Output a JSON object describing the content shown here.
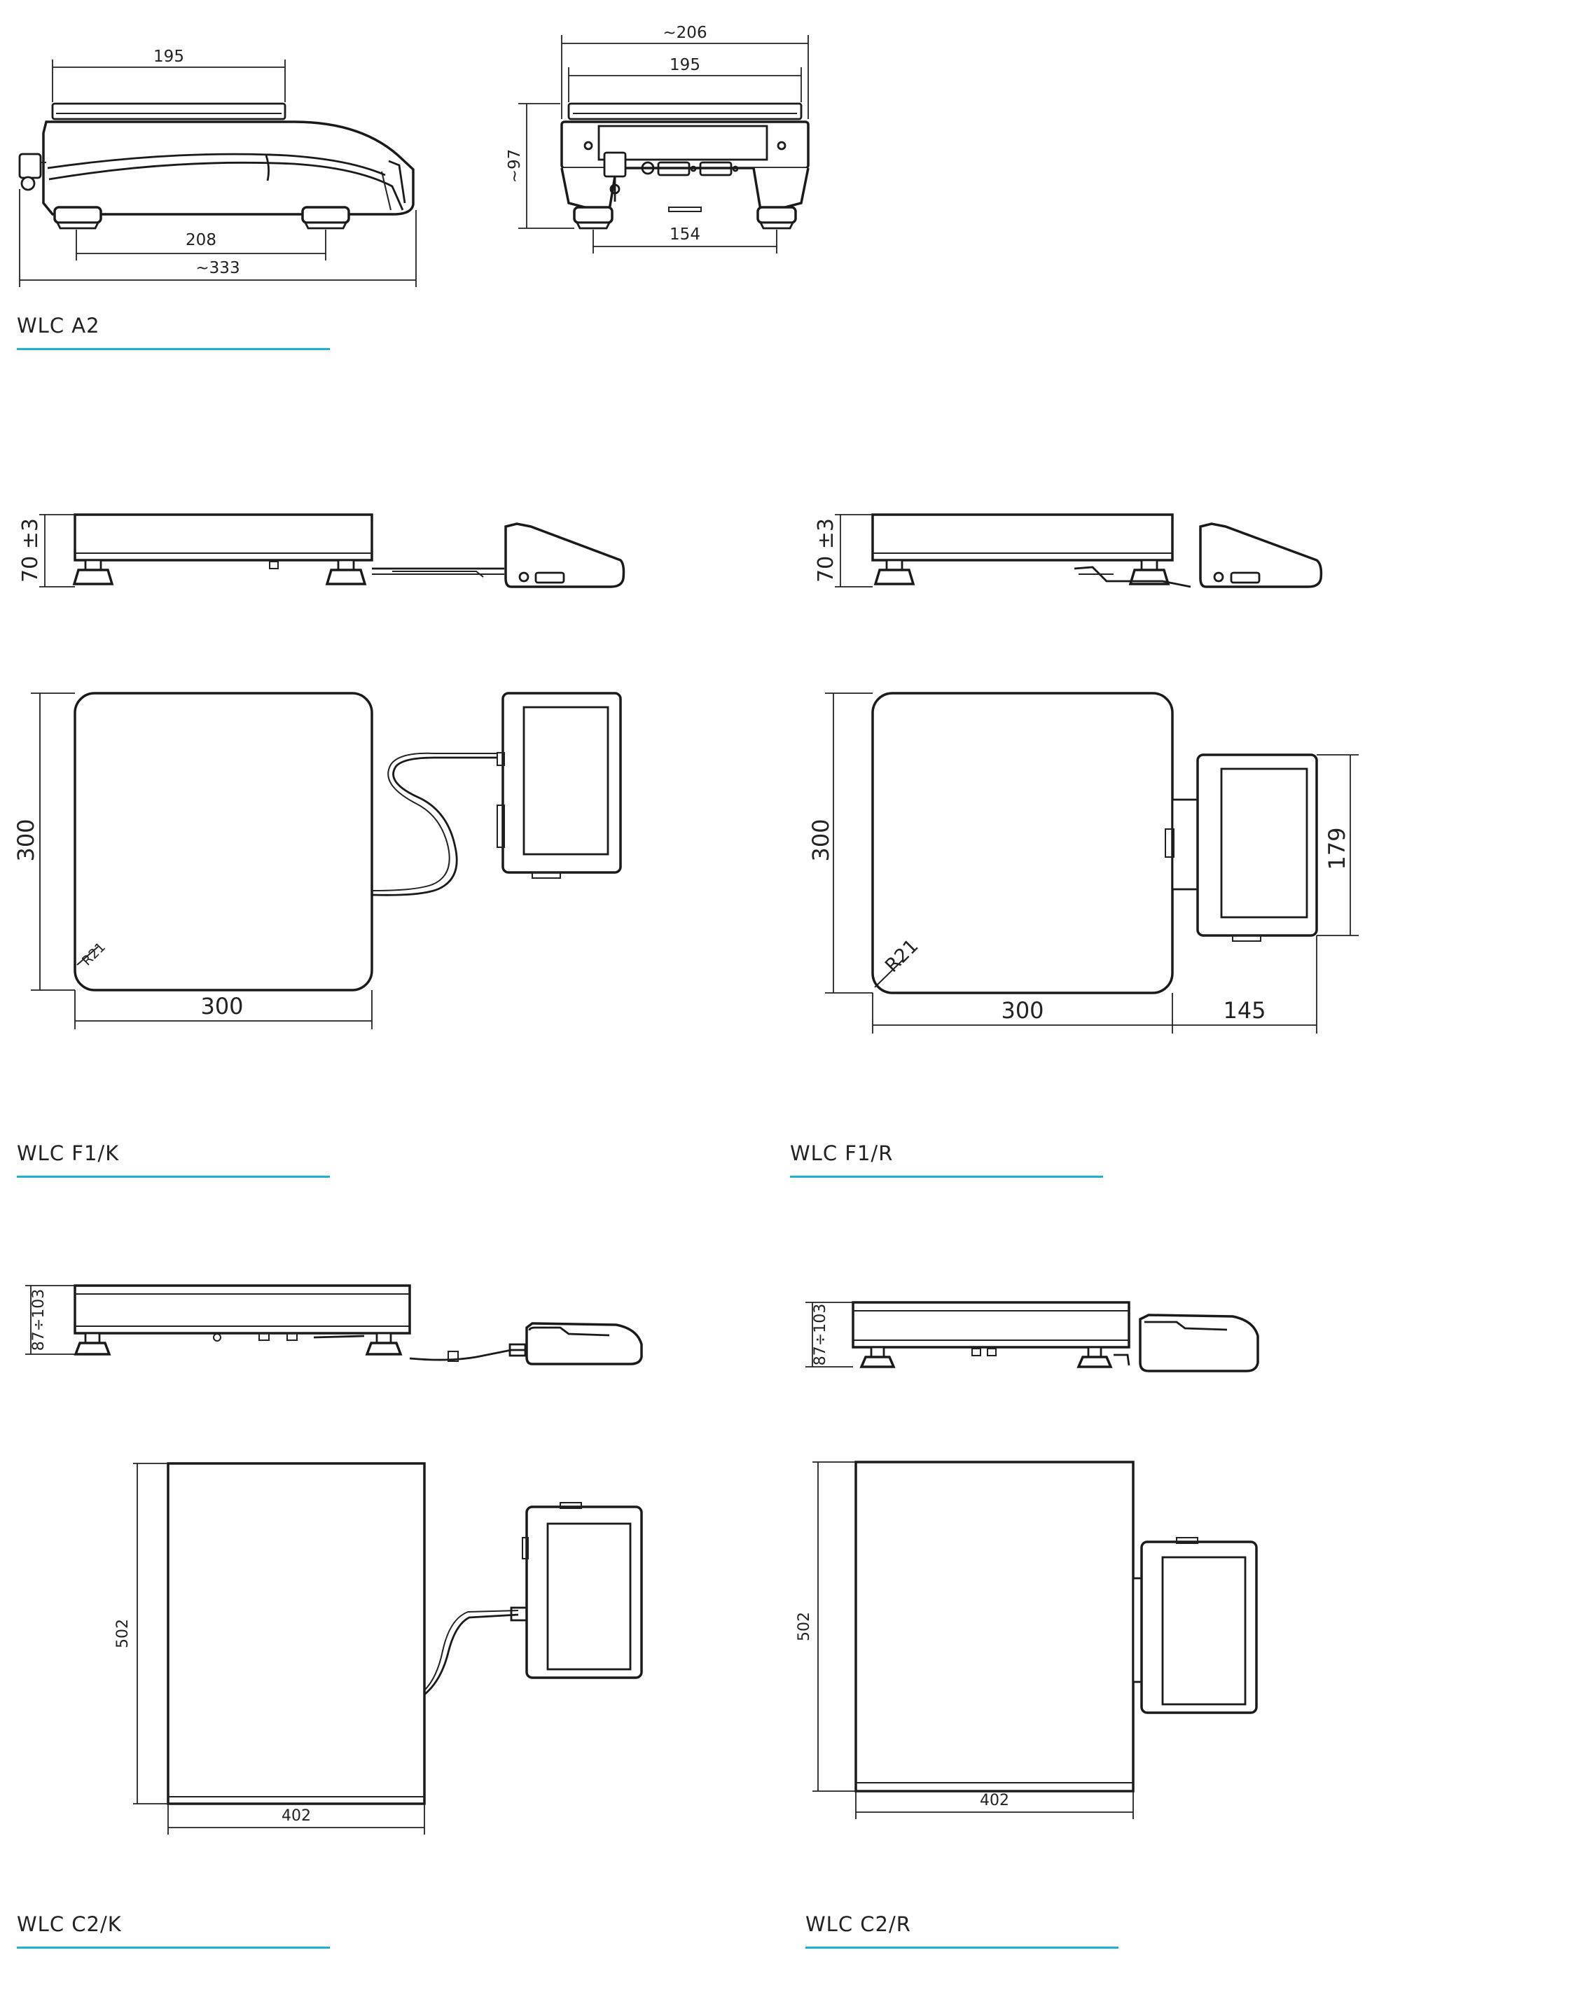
{
  "accent_color": "#1fb0d8",
  "line_color": "#222222",
  "sections": {
    "a2": {
      "caption": "WLC A2",
      "side_dims": {
        "pan_width": "195",
        "feet_spacing": "208",
        "overall_length": "~333"
      },
      "front_dims": {
        "overall_width": "~206",
        "pan_width": "195",
        "height": "~97",
        "feet_spacing": "154"
      }
    },
    "f1k": {
      "caption": "WLC F1/K",
      "dims": {
        "height": "70 ±3",
        "depth": "300",
        "width": "300",
        "radius": "R21"
      }
    },
    "f1r": {
      "caption": "WLC F1/R",
      "dims": {
        "height": "70 ±3",
        "depth": "300",
        "width": "300",
        "radius": "R21",
        "indicator_width": "145",
        "indicator_height": "179"
      }
    },
    "c2k": {
      "caption": "WLC C2/K",
      "dims": {
        "height": "87÷103",
        "depth": "502",
        "width": "402"
      }
    },
    "c2r": {
      "caption": "WLC C2/R",
      "dims": {
        "height": "87÷103",
        "depth": "502",
        "width": "402"
      }
    }
  }
}
